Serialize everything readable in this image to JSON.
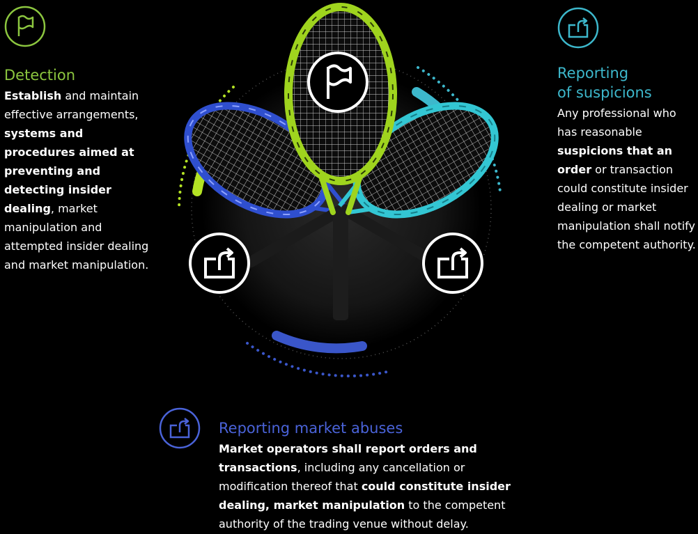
{
  "colors": {
    "detection": "#8cc63f",
    "reporting": "#3db8cc",
    "abuse": "#4a63d9",
    "background": "#000000"
  },
  "icons": {
    "detection": "flag-icon",
    "reporting": "export-icon",
    "abuse": "export-icon"
  },
  "detection": {
    "title": "Detection",
    "segments": [
      {
        "text": "Establish",
        "bold": true
      },
      {
        "text": " and maintain effective arrangements, ",
        "bold": false
      },
      {
        "text": "systems and procedures aimed at preventing and detecting insider dealing",
        "bold": true
      },
      {
        "text": ", market manipulation and attempted insider dealing and market manipulation.",
        "bold": false
      }
    ]
  },
  "reporting": {
    "title_line1": "Reporting",
    "title_line2": "of suspicions",
    "segments": [
      {
        "text": "Any professional who has reasonable ",
        "bold": false
      },
      {
        "text": "suspicions that an order",
        "bold": true
      },
      {
        "text": " or transaction could constitute insider dealing or market manipulation shall notify the competent authority.",
        "bold": false
      }
    ]
  },
  "abuse": {
    "title": "Reporting market abuses",
    "segments": [
      {
        "text": "Market operators shall report orders and transactions",
        "bold": true
      },
      {
        "text": ", including any cancellation or modification thereof that ",
        "bold": false
      },
      {
        "text": "could constitute insider dealing, market manipulation",
        "bold": true
      },
      {
        "text": " to the competent authority of the trading venue without delay.",
        "bold": false
      }
    ]
  }
}
